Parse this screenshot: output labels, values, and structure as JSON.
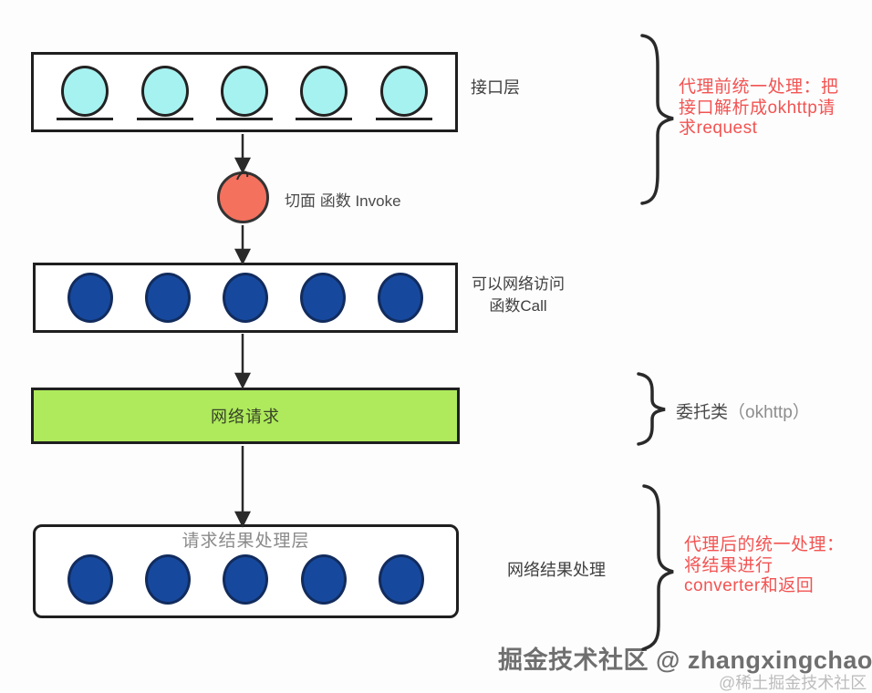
{
  "diagram": {
    "interface_layer": {
      "label": "接口层"
    },
    "invoke_node": {
      "label": "切面 函数 Invoke"
    },
    "call_layer": {
      "label_line1": "可以网络访问",
      "label_line2": "函数Call"
    },
    "network_box": {
      "label": "网络请求"
    },
    "result_layer": {
      "title": "请求结果处理层",
      "label": "网络结果处理"
    }
  },
  "annotations": {
    "pre_proxy": {
      "lines": [
        "代理前统一处理：把",
        "接口解析成okhttp请",
        "求request"
      ]
    },
    "delegate": {
      "label_main": "委托类",
      "label_paren": "（okhttp）"
    },
    "post_proxy": {
      "lines": [
        "代理后的统一处理：",
        "将结果进行",
        "converter和返回"
      ]
    }
  },
  "watermark": {
    "main": "掘金技术社区 @ zhangxingchao",
    "sub": "@稀土掘金技术社区"
  },
  "colors": {
    "cyan_circle": "#a6f2f0",
    "navy_circle": "#16499e",
    "salmon_circle": "#f4715e",
    "green_box": "#aeea5c",
    "red_text": "#f25352",
    "ink": "#1f1f1f"
  }
}
